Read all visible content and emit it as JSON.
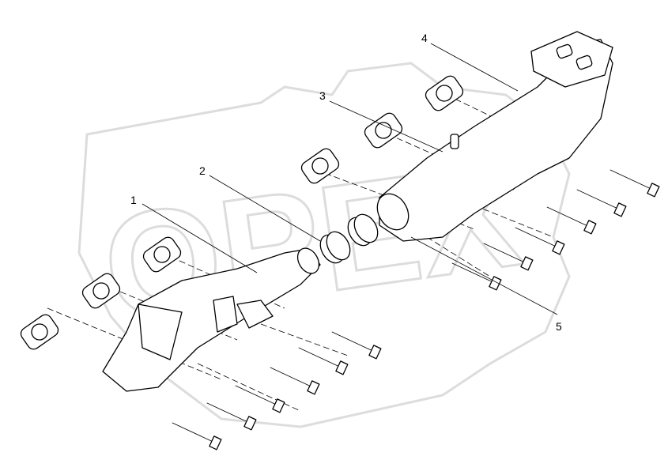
{
  "watermark": "OPEX",
  "callouts": [
    {
      "number": "1"
    },
    {
      "number": "2"
    },
    {
      "number": "3"
    },
    {
      "number": "4"
    },
    {
      "number": "5"
    }
  ],
  "colors": {
    "line": "#000000",
    "watermark": "#d9d9d9"
  }
}
